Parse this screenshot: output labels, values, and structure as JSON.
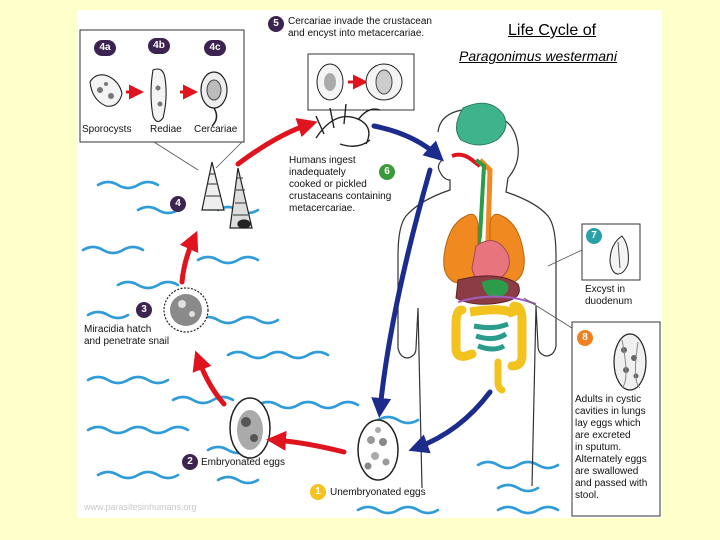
{
  "title": {
    "line1": "Life Cycle of",
    "line2": "Paragonimus westermani"
  },
  "stages": {
    "s1": {
      "number": "1",
      "label": "Unembryonated eggs"
    },
    "s2": {
      "number": "2",
      "label": "Embryonated eggs"
    },
    "s3": {
      "number": "3",
      "label": "Miracidia hatch\nand penetrate snail"
    },
    "s4": {
      "number": "4"
    },
    "s4a": {
      "number": "4a",
      "label": "Sporocysts"
    },
    "s4b": {
      "number": "4b",
      "label": "Rediae"
    },
    "s4c": {
      "number": "4c",
      "label": "Cercariae"
    },
    "s5": {
      "number": "5",
      "label": "Cercariae invade the crustacean\nand encyst into metacercariae."
    },
    "s6": {
      "number": "6",
      "label": "Humans ingest\ninadequately\ncooked or pickled\ncrustaceans containing\nmetacercariae."
    },
    "s7": {
      "number": "7",
      "label": "Excyst in\nduodenum"
    },
    "s8": {
      "number": "8",
      "label": "Adults in cystic\ncavities in lungs\nlay eggs which\nare excreted\nin sputum.\nAlternately eggs\nare swallowed\nand passed with\nstool."
    }
  },
  "watermark": "www.parasitesinhumans.org",
  "colors": {
    "page_background": "#ffffcc",
    "environment_arrow": "#e0141e",
    "human_arrow": "#1c2c8c",
    "badge_dark": "#3d2450",
    "badge_green": "#3a9a3a",
    "badge_teal": "#2aa0a8",
    "badge_orange": "#f08020",
    "badge_yellow": "#f6c21c",
    "water": "#2f9bd8"
  }
}
